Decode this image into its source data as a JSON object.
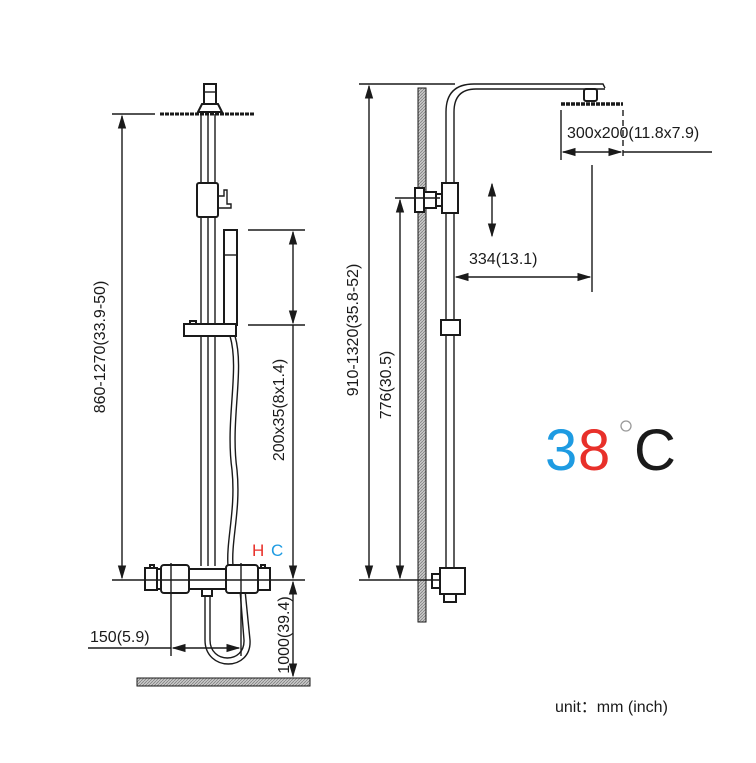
{
  "dimensions": {
    "total_height_left": "860-1270(33.9-50)",
    "hand_shower": "200x35(8x1.4)",
    "valve_height": "1000(39.4)",
    "valve_spacing": "150(5.9)",
    "total_height_right": "910-1320(35.8-52)",
    "bracket_height": "776(30.5)",
    "head_size": "300x200(11.8x7.9)",
    "arm_reach": "334(13.1)"
  },
  "valve_labels": {
    "hot": "H",
    "cold": "C"
  },
  "temperature": {
    "digit1": "3",
    "digit2": "8",
    "degree": "°",
    "unit": "C"
  },
  "unit_note": "unit：mm (inch)",
  "colors": {
    "hot": "#e8302a",
    "cold": "#1e9be2",
    "line": "#1a1a1a",
    "hatch": "#9a9a9a"
  }
}
